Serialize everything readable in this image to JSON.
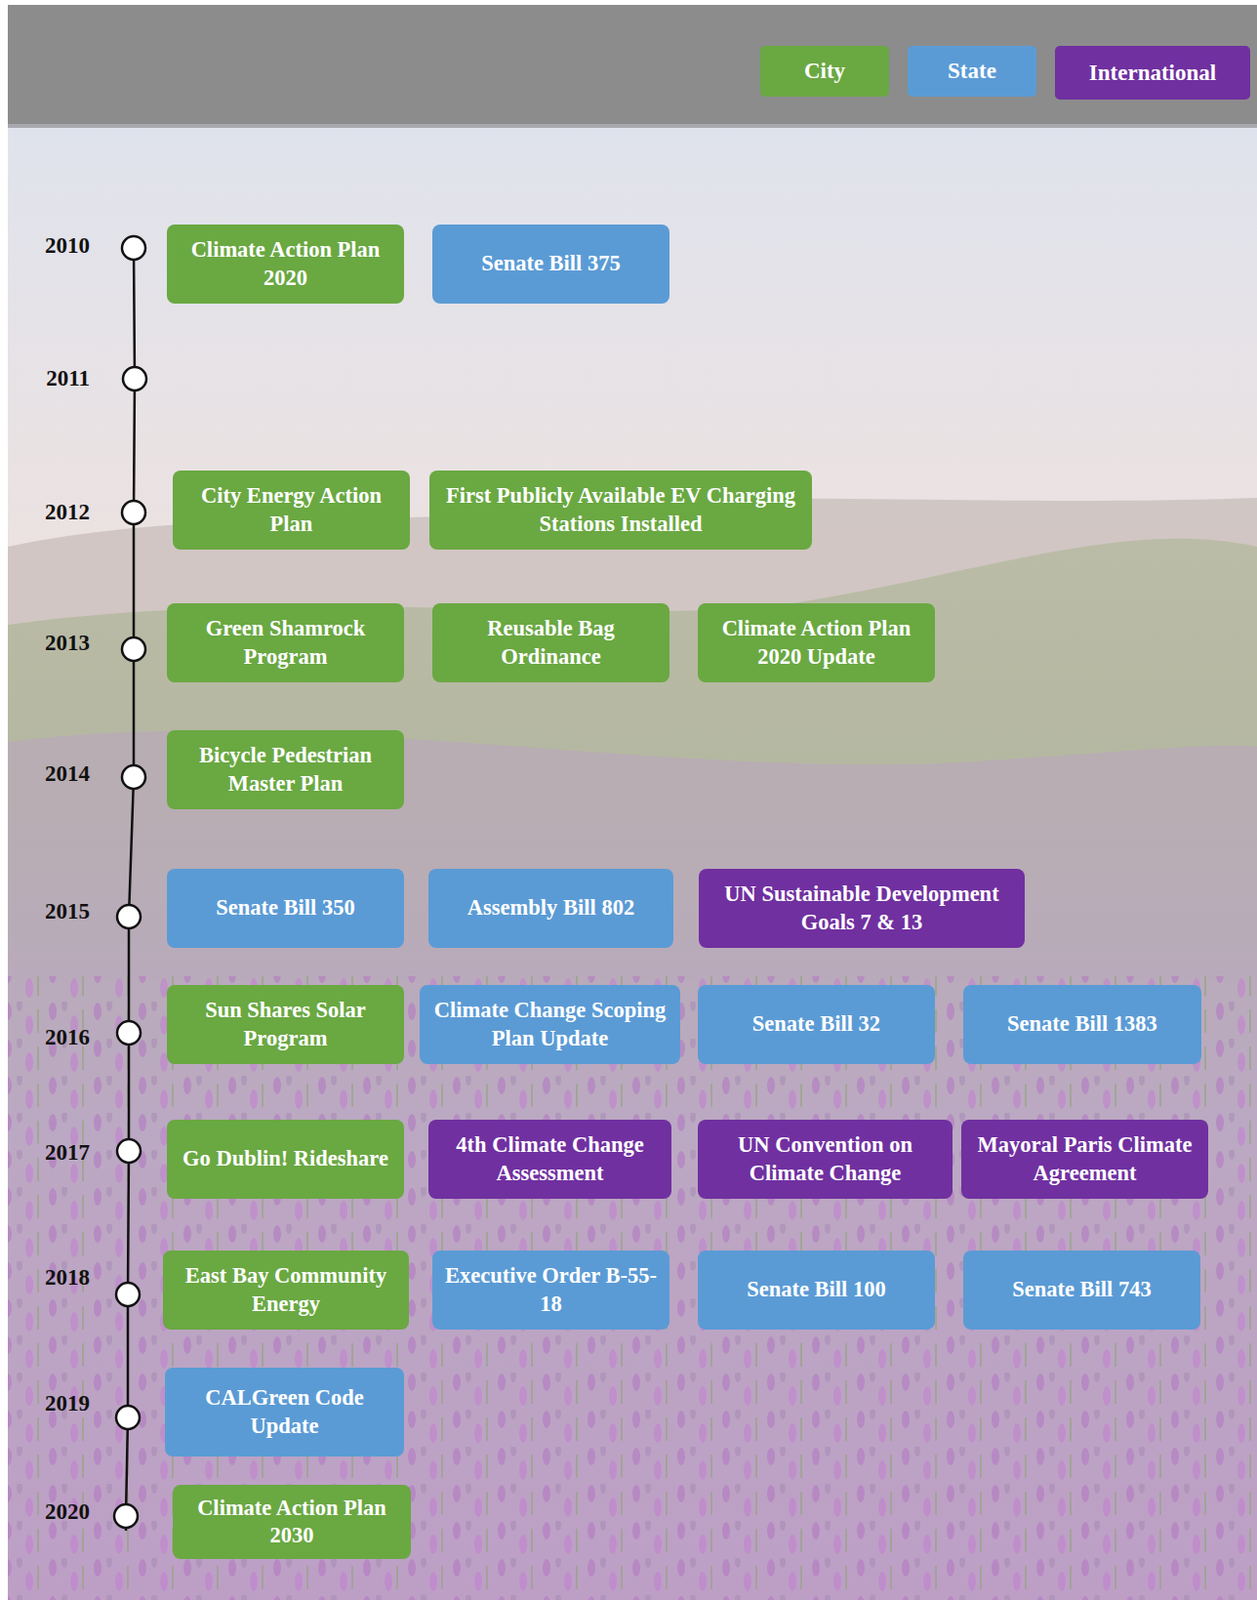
{
  "diagram": {
    "nodes": [
      {
        "text": [
          "Climate Action Plan 2020"
        ]
      },
      {
        "text": [
          "Senate Bill 375"
        ]
      },
      {
        "text": [
          "City Energy Action Plan"
        ]
      },
      {
        "text": [
          "First Publicly Available EV Charging Stations Installed"
        ]
      },
      {
        "text": [
          "Green Shamrock Program"
        ]
      },
      {
        "text": [
          "Reusable Bag Ordinance"
        ]
      },
      {
        "text": [
          "Climate Action Plan 2020 Update"
        ]
      },
      {
        "text": [
          "Bicycle Pedestrian Master Plan"
        ]
      },
      {
        "text": [
          "Senate Bill 350"
        ]
      },
      {
        "text": [
          "Assembly Bill 802"
        ]
      },
      {
        "text": [
          "UN Sustainable Development Goals 7 & 13"
        ]
      },
      {
        "text": [
          "Sun Shares Solar Program"
        ]
      },
      {
        "text": [
          "Climate Change Scoping Plan Update"
        ]
      },
      {
        "text": [
          "Senate Bill 32"
        ]
      },
      {
        "text": [
          "Senate Bill 1383"
        ]
      },
      {
        "text": [
          "Go Dublin! Rideshare"
        ]
      },
      {
        "text": [
          "4th Climate Change Assessment"
        ]
      },
      {
        "text": [
          "UN Convention on Climate Change"
        ]
      },
      {
        "text": [
          "Mayoral Paris Climate Agreement"
        ]
      },
      {
        "text": [
          "East Bay Community Energy"
        ]
      },
      {
        "text": [
          "Executive Order B-55-18"
        ]
      },
      {
        "text": [
          "Senate Bill 100"
        ]
      },
      {
        "text": [
          "Senate Bill 743"
        ]
      },
      {
        "text": [
          "CALGreen Code Update"
        ]
      },
      {
        "text": [
          "Climate Action Plan 2030"
        ]
      }
    ],
    "labels": [
      "2010",
      "2011",
      "2012",
      "2013",
      "2014",
      "2015",
      "2016",
      "2017",
      "2018",
      "2019",
      "2020"
    ],
    "legend": [
      {
        "text": "City",
        "color": "#6aa842"
      },
      {
        "text": "State",
        "color": "#5b9bd5"
      },
      {
        "text": "International",
        "color": "#7030a0"
      }
    ]
  }
}
